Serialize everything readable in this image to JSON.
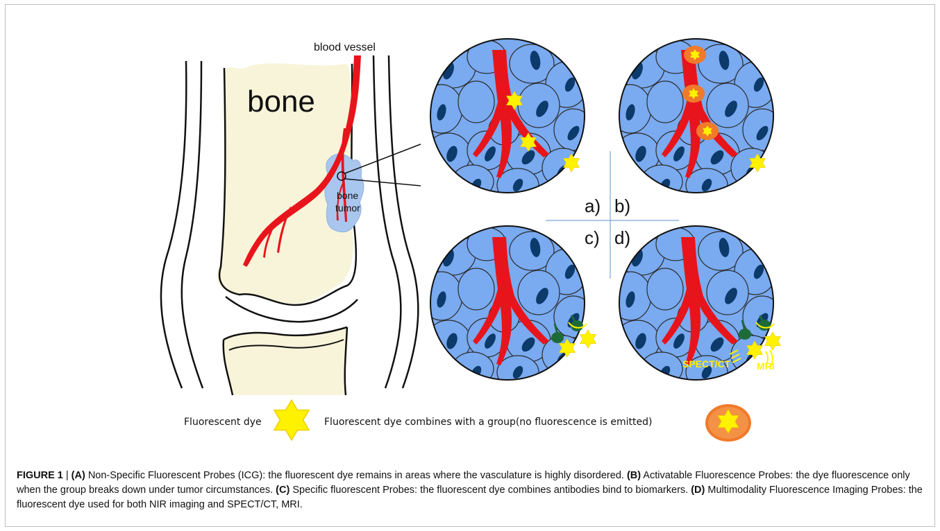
{
  "figure": {
    "bone_label": "bone",
    "vessel_label": "blood vessel",
    "tumor_label_1": "bone",
    "tumor_label_2": "tumor",
    "panel_a": "a)",
    "panel_b": "b)",
    "panel_c": "c)",
    "panel_d": "d)",
    "spect_label": "SPECT/CT",
    "mri_label": "MRI",
    "legend_dye": "Fluorescent dye",
    "legend_group": "Fluorescent dye combines with a group(no fluorescence is emitted)",
    "colors": {
      "vessel": "#e8141b",
      "cell": "#7aaaf0",
      "nucleus": "#0b3a6b",
      "bone": "#f7f4d9",
      "star": "#fff200",
      "group": "#f07a2a",
      "antibody": "#1e6b3a"
    }
  },
  "caption": {
    "figure_no": "FIGURE 1",
    "divider": "|",
    "a_tag": "(A)",
    "a_text": " Non-Specific Fluorescent Probes (ICG): the fluorescent dye remains in areas where the vasculature is highly disordered. ",
    "b_tag": "(B)",
    "b_text": " Activatable Fluorescence Probes: the dye fluorescence only when the group breaks down under tumor circumstances. ",
    "c_tag": "(C)",
    "c_text": " Specific fluorescent Probes: the fluorescent dye combines antibodies bind to biomarkers. ",
    "d_tag": "(D)",
    "d_text": " Multimodality Fluorescence Imaging Probes: the fluorescent dye used for both NIR imaging and SPECT/CT, MRI."
  }
}
